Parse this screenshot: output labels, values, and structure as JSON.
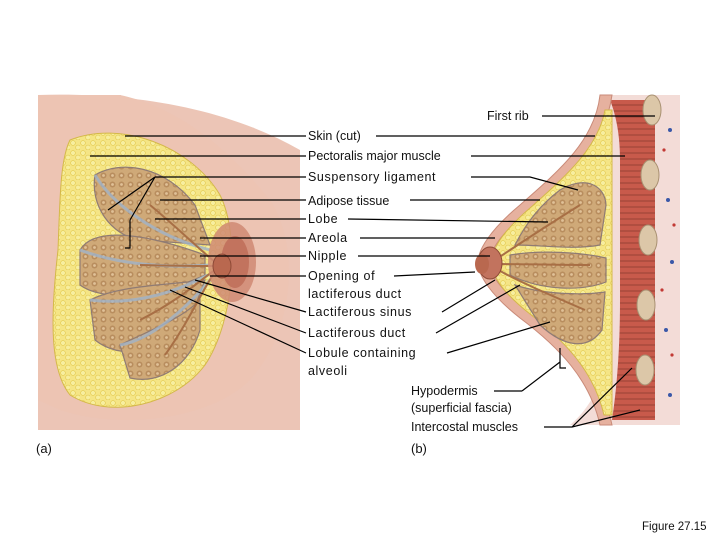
{
  "labels": {
    "first_rib": "First rib",
    "skin_cut": "Skin (cut)",
    "pectoralis_major": "Pectoralis major muscle",
    "suspensory_ligament": "Suspensory ligament",
    "adipose_tissue": "Adipose tissue",
    "lobe": "Lobe",
    "areola": "Areola",
    "nipple": "Nipple",
    "opening_line1": "Opening of",
    "opening_line2": "lactiferous duct",
    "lactiferous_sinus": "Lactiferous sinus",
    "lactiferous_duct": "Lactiferous duct",
    "lobule_line1": "Lobule containing",
    "lobule_line2": "alveoli",
    "hypodermis_line1": "Hypodermis",
    "hypodermis_line2": "(superficial fascia)",
    "intercostal_muscles": "Intercostal muscles"
  },
  "panels": {
    "a": "(a)",
    "b": "(b)"
  },
  "figure_caption": "Figure 27.15",
  "colors": {
    "skin": "#e7b5a4",
    "skin_edge": "#c98a78",
    "muscle": "#c65d4f",
    "muscle_stripe": "#a94438",
    "adipose": "#f3e27a",
    "lobule": "#c9a77a",
    "duct": "#a86f45",
    "areola": "#c97b66",
    "rib": "#d7c2a4",
    "fascia": "#f2d4cf",
    "leader": "#000000"
  }
}
